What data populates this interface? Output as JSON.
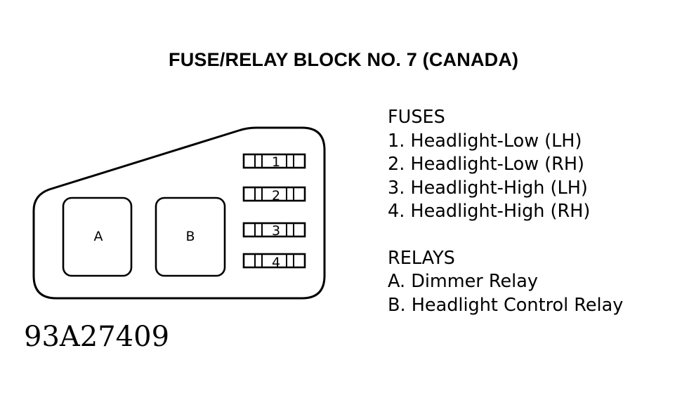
{
  "title": "FUSE/RELAY BLOCK NO. 7 (CANADA)",
  "block": {
    "relays": [
      "A",
      "B"
    ],
    "fuses": [
      "1",
      "2",
      "3",
      "4"
    ]
  },
  "legend": {
    "fuses_heading": "FUSES",
    "fuses": [
      "1. Headlight-Low (LH)",
      "2. Headlight-Low (RH)",
      "3. Headlight-High (LH)",
      "4. Headlight-High (RH)"
    ],
    "relays_heading": "RELAYS",
    "relays": [
      "A. Dimmer Relay",
      "B. Headlight Control Relay"
    ]
  },
  "figure_id": "93A27409"
}
